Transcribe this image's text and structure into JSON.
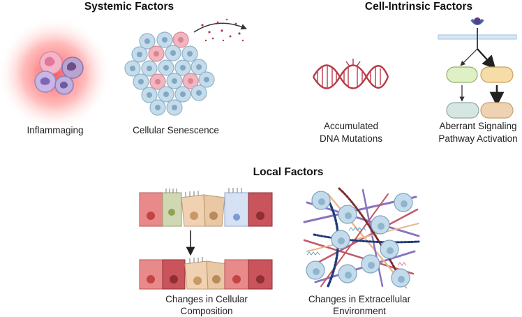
{
  "headings": {
    "systemic": "Systemic Factors",
    "cell_intrinsic": "Cell-Intrinsic Factors",
    "local": "Local Factors"
  },
  "labels": {
    "inflammaging": "Inflammaging",
    "senescence": "Cellular Senescence",
    "dna_line1": "Accumulated",
    "dna_line2": "DNA Mutations",
    "signaling_line1": "Aberrant Signaling",
    "signaling_line2": "Pathway Activation",
    "composition_line1": "Changes in Cellular",
    "composition_line2": "Composition",
    "ecm_line1": "Changes in Extracellular",
    "ecm_line2": "Environment"
  },
  "colors": {
    "inflammation_glow": "#ff5a5a",
    "senescent_cell": "#bcd7e8",
    "senescent_pink": "#f1b6bf",
    "dna": "#b83a48",
    "receptor": "#3a6fb0",
    "pathway_green": "#dff0c4",
    "pathway_orange": "#f6dca6",
    "pathway_gray": "#d6e6e2",
    "pathway_tan": "#efd3b0",
    "epithelial_red": "#e07a7a",
    "collagen_purple": "#8a74c0"
  }
}
